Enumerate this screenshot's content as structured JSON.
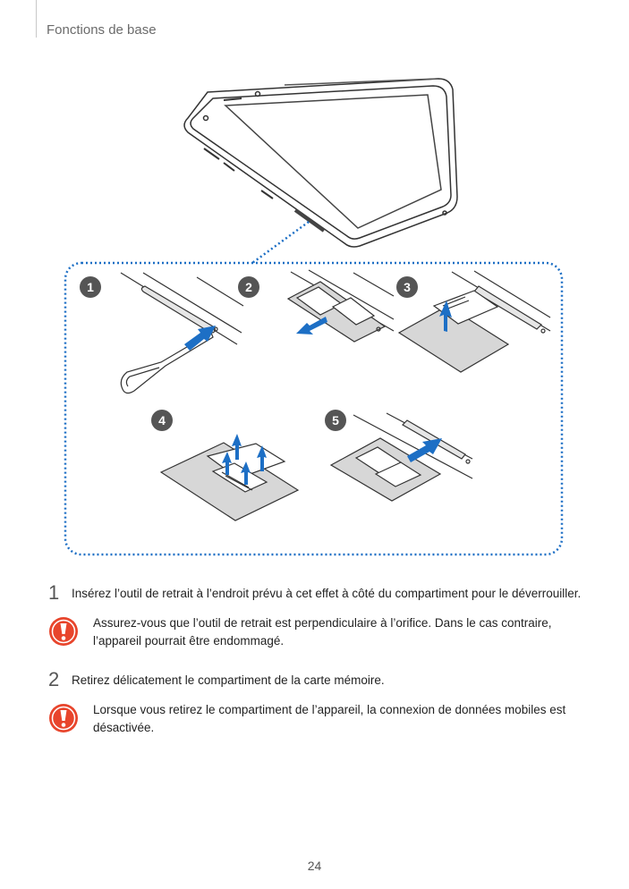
{
  "header": {
    "title": "Fonctions de base"
  },
  "callouts": [
    "1",
    "2",
    "3",
    "4",
    "5"
  ],
  "steps": [
    {
      "number": "1",
      "text": "Insérez l’outil de retrait à l’endroit prévu à cet effet à côté du compartiment pour le déverrouiller."
    },
    {
      "number": "2",
      "text": "Retirez délicatement le compartiment de la carte mémoire."
    }
  ],
  "notes": [
    {
      "text": "Assurez-vous que l’outil de retrait est perpendiculaire à l’orifice. Dans le cas contraire, l’appareil pourrait être endommagé."
    },
    {
      "text": "Lorsque vous retirez le compartiment de l’appareil, la connexion de données mobiles est désactivée."
    }
  ],
  "page_number": "24",
  "colors": {
    "warning": "#e8452c",
    "callout": "#555555",
    "arrow": "#1d6fc5",
    "frame": "#1d6fc5"
  },
  "icons": {
    "note": "exclamation-icon"
  }
}
